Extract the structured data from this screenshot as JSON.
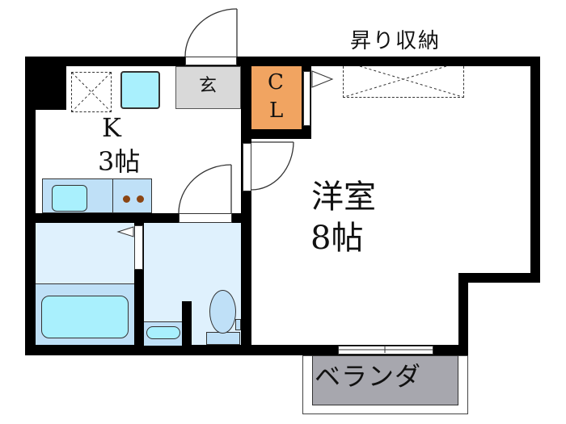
{
  "floorplan": {
    "rooms": {
      "kitchen": {
        "name": "K",
        "size": "3帖"
      },
      "western_room": {
        "name": "洋室",
        "size": "8帖"
      },
      "entrance": {
        "name": "玄"
      },
      "closet": {
        "line1": "C",
        "line2": "L"
      },
      "loft_storage": {
        "name": "昇り収納"
      },
      "balcony": {
        "name": "ベランダ"
      }
    },
    "colors": {
      "wall": "#000000",
      "wet_area": "#dff1fd",
      "fixture_fill": "#a9f0fd",
      "fixture_fill_light": "#bfe0f7",
      "entrance_fill": "#d9d9d9",
      "closet_fill": "#f1a461",
      "balcony_fill": "#a7a7ae",
      "stove_burner": "#8b4513"
    }
  }
}
